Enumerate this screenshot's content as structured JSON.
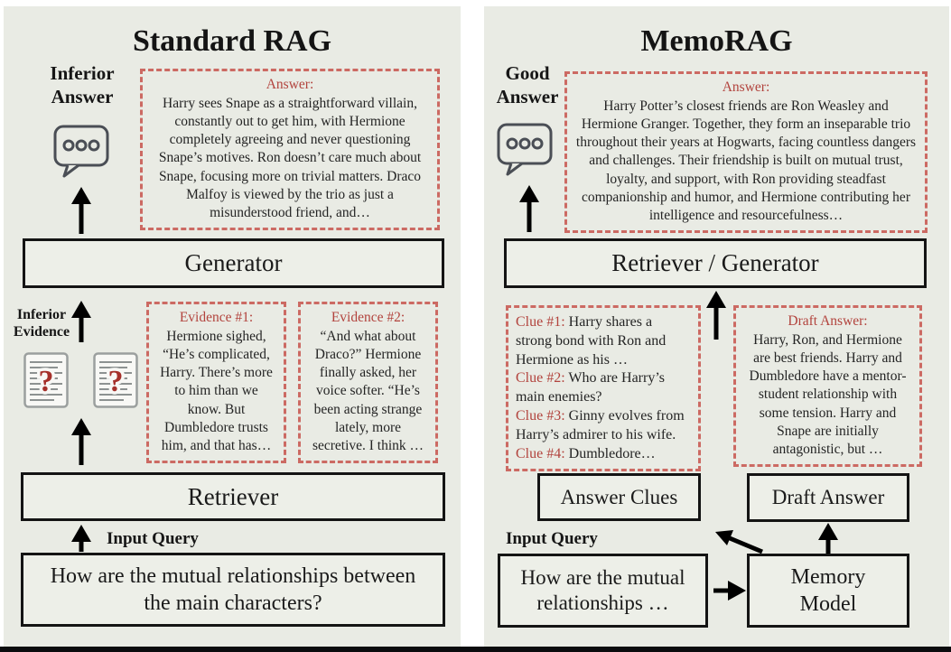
{
  "colors": {
    "panel_background": "#e9ebe4",
    "dashed_border": "#cc6a63",
    "red_text": "#b2433d",
    "box_border": "#141414",
    "arrow": "#000000",
    "question_mark_red": "#a5302a",
    "bottom_bar": "#0b0b0e"
  },
  "icons": {
    "speech_bubble": "outlined chat bubble with three dots",
    "document_question": "document page with red question mark",
    "arrow_up": "thick black up arrow",
    "arrow_right": "thick black right arrow",
    "arrow_up_left": "thick black diagonal up-left arrow"
  },
  "left_panel": {
    "title": "Standard RAG",
    "inferior_answer_label": "Inferior Answer",
    "answer_box": {
      "header": "Answer:",
      "body": "Harry sees Snape as a straightforward villain, constantly out to get him, with Hermione completely agreeing and never questioning Snape’s motives. Ron doesn’t care much about Snape, focusing more on trivial matters. Draco Malfoy is viewed by the trio as just a misunderstood friend, and…"
    },
    "generator_label": "Generator",
    "inferior_evidence_label": "Inferior Evidence",
    "evidence_boxes": [
      {
        "header": "Evidence #1:",
        "body": "Hermione sighed, “He’s complicated, Harry. There’s more to him than we know. But Dumbledore trusts him, and that has…"
      },
      {
        "header": "Evidence #2:",
        "body": "“And what about Draco?” Hermione finally asked, her voice softer. “He’s been acting strange lately, more secretive. I think …"
      }
    ],
    "retriever_label": "Retriever",
    "input_query_label": "Input Query",
    "query_text": "How are the mutual relationships between the main characters?"
  },
  "right_panel": {
    "title": "MemoRAG",
    "good_answer_label": "Good Answer",
    "answer_box": {
      "header": "Answer:",
      "body": "Harry Potter’s closest friends are Ron Weasley and Hermione Granger. Together, they form an inseparable trio throughout their years at Hogwarts, facing countless dangers and challenges. Their friendship is built on mutual trust, loyalty, and support, with Ron providing steadfast companionship and humor, and Hermione contributing her intelligence and resourcefulness…"
    },
    "retriever_generator_label": "Retriever / Generator",
    "clue_box": {
      "clues": [
        {
          "label": "Clue #1:",
          "text": "Harry shares a strong bond with Ron and Hermione as his …"
        },
        {
          "label": "Clue #2:",
          "text": "Who are Harry’s main enemies?"
        },
        {
          "label": "Clue #3:",
          "text": "Ginny evolves from Harry’s admirer to his wife."
        },
        {
          "label": "Clue #4:",
          "text": "Dumbledore…"
        }
      ]
    },
    "draft_box": {
      "header": "Draft Answer:",
      "body": "Harry, Ron, and Hermione are best friends. Harry and Dumbledore have a mentor-student relationship with some tension. Harry and Snape are initially antagonistic, but …"
    },
    "answer_clues_label": "Answer Clues",
    "draft_answer_label": "Draft Answer",
    "input_query_label": "Input Query",
    "query_text": "How are the mutual relationships …",
    "memory_model_label": "Memory Model"
  }
}
